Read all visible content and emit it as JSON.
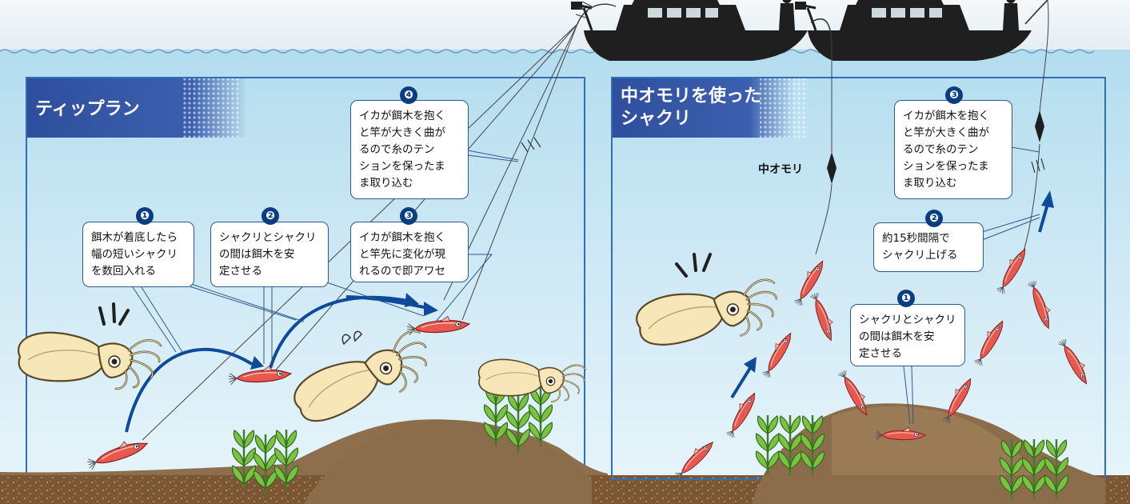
{
  "panels": {
    "left": {
      "title": "ティップラン",
      "callouts": [
        {
          "num": "❶",
          "lines": [
            "餌木が着底したら",
            "幅の短いシャクリ",
            "を数回入れる"
          ]
        },
        {
          "num": "❷",
          "lines": [
            "シャクリとシャクリ",
            "の間は餌木を安",
            "定させる"
          ]
        },
        {
          "num": "❸",
          "lines": [
            "イカが餌木を抱く",
            "と竿先に変化が現",
            "れるので即アワセ"
          ]
        },
        {
          "num": "❹",
          "lines": [
            "イカが餌木を抱く",
            "と竿が大きく曲が",
            "るので糸のテン",
            "ションを保ったま",
            "ま取り込む"
          ]
        }
      ]
    },
    "right": {
      "title_lines": [
        "中オモリを使った",
        "シャクリ"
      ],
      "sinker_label": "中オモリ",
      "callouts": [
        {
          "num": "❶",
          "lines": [
            "シャクリとシャクリ",
            "の間は餌木を安",
            "定させる"
          ]
        },
        {
          "num": "❷",
          "lines": [
            "約15秒間隔で",
            "シャクリ上げる"
          ]
        },
        {
          "num": "❸",
          "lines": [
            "イカが餌木を抱く",
            "と竿が大きく曲が",
            "るので糸のテン",
            "ションを保ったま",
            "ま取り込む"
          ]
        }
      ]
    }
  },
  "colors": {
    "sky": "#eef4f7",
    "water_top": "#b5def0",
    "water_bottom": "#e4f3f9",
    "panel_border": "#2e6fb5",
    "title_band": "#2e4f9c",
    "arrow": "#0d4a9a",
    "badge": "#0b3d82",
    "seabed": "#7a5533",
    "rock": "#8d6f4e",
    "squid_body": "#f6e6b8",
    "egi": "#e6554f",
    "weed": "#6db33f",
    "silhouette": "#1e1e1e"
  }
}
